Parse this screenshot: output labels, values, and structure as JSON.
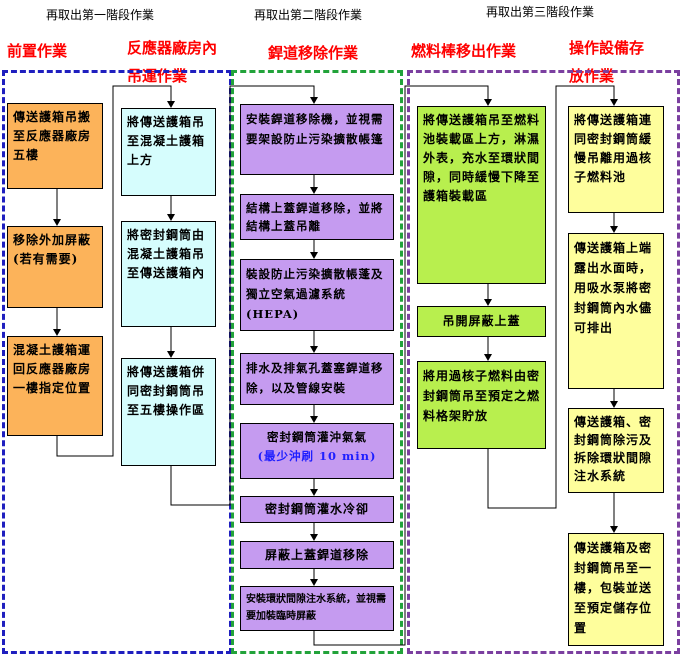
{
  "stages": {
    "stage1": "再取出第一階段作業",
    "stage2": "再取出第二階段作業",
    "stage3": "再取出第三階段作業"
  },
  "sections": {
    "pre": "前置作業",
    "crane": "反應器廠房內吊運作業",
    "removal": "銲道移除作業",
    "fuel": "燃料棒移出作業",
    "storage": "操作設備存放作業"
  },
  "columns": {
    "pre": [
      "傳送護箱吊搬至反應器廠房五樓",
      "移除外加屏蔽(若有需要)",
      "混凝土護箱運回反應器廠房一樓指定位置"
    ],
    "crane": [
      "將傳送護箱吊至混凝土護箱上方",
      "將密封鋼筒由混凝土護箱吊至傳送護箱內",
      "將傳送護箱併同密封鋼筒吊至五樓操作區"
    ],
    "removal": [
      "安裝銲道移除機，並視需要架設防止污染擴散帳篷",
      "結構上蓋銲道移除，並將結構上蓋吊離",
      "裝設防止污染擴散帳蓬及獨立空氣過濾系統(HEPA)",
      "排水及排氣孔蓋塞銲道移除，以及管線安裝",
      "密封鋼筒灌沖氣氣",
      "密封鋼筒灌水冷卻",
      "屏蔽上蓋銲道移除",
      "安裝環狀間隙注水系統，並視需要加裝臨時屏蔽"
    ],
    "removal_note": "(最少沖刷 10 min)",
    "fuel": [
      "將傳送護箱吊至燃料池裝載區上方，淋濕外表，充水至環狀間隙，同時緩慢下降至護箱裝載區",
      "吊開屏蔽上蓋",
      "將用過核子燃料由密封鋼筒吊至預定之燃料格架貯放"
    ],
    "storage": [
      "將傳送護箱連同密封鋼筒緩慢吊離用過核子燃料池",
      "傳送護箱上端露出水面時，用吸水泵將密封鋼筒內水儘可排出",
      "傳送護箱、密封鋼筒除污及拆除環狀間隙注水系統",
      "傳送護箱及密封鋼筒吊至一樓，包裝並送至預定儲存位置"
    ]
  },
  "colors": {
    "section_title": "#ff0000",
    "frame1": "#1f1fbf",
    "frame2": "#22a33a",
    "frame3": "#7b3fa0",
    "orange": "#fcb35a",
    "cyan": "#d6fdfd",
    "purple": "#c59bf0",
    "green": "#b8ef4e",
    "yellow": "#fefe9c"
  }
}
